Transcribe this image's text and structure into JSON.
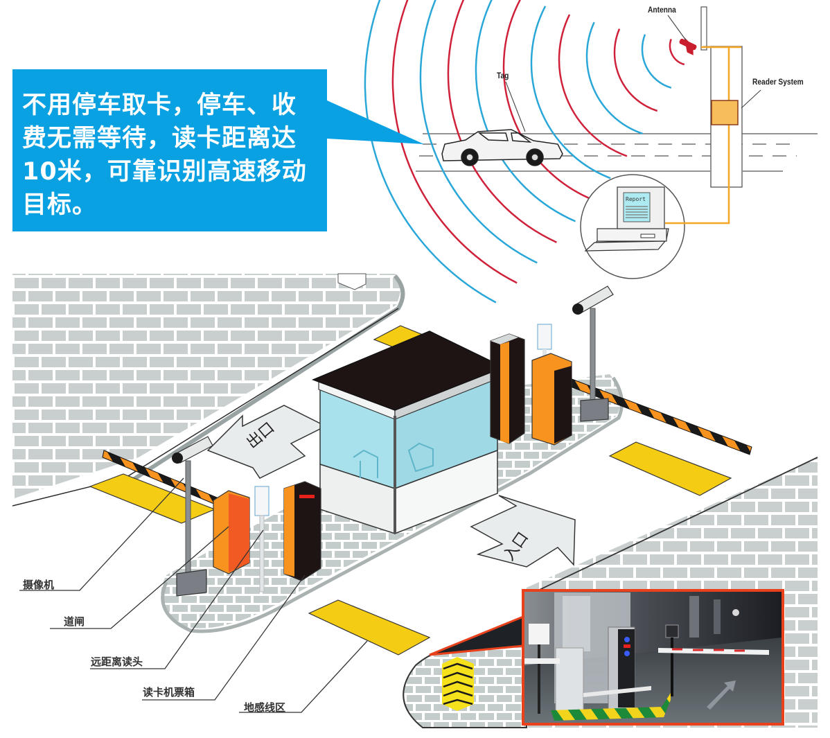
{
  "callout": {
    "lines": [
      "不用停车取卡，停车、收",
      "费无需等待，读卡距离达",
      "10米，可靠识别高速移动",
      "目标。"
    ],
    "background_color": "#0aa1e2",
    "text_color": "#ffffff"
  },
  "rfid_diagram": {
    "antenna_label": "Antenna",
    "tag_label": "Tag",
    "reader_label": "Reader System",
    "monitor_text": "Report",
    "wave_colors": {
      "primary": "#d0213a",
      "secondary": "#2aa7d9"
    },
    "cable_color": "#f5a623"
  },
  "parking_diagram": {
    "ground_arrows": [
      {
        "text": "出口",
        "direction": "exit"
      },
      {
        "text": "入口",
        "direction": "entrance"
      }
    ],
    "callout_labels": [
      "摄像机",
      "道闸",
      "远距离读头",
      "读卡机票箱",
      "地感线区"
    ],
    "colors": {
      "brick": "#c9cfcf",
      "loop_zone": "#f5cc14",
      "gate_orange": "#f7931e",
      "booth_glass": "#a8e1ec",
      "roof": "#1e1414",
      "photo_frame": "#e8411c"
    }
  },
  "photo_inset": {
    "description": "parking-entrance-photo"
  }
}
